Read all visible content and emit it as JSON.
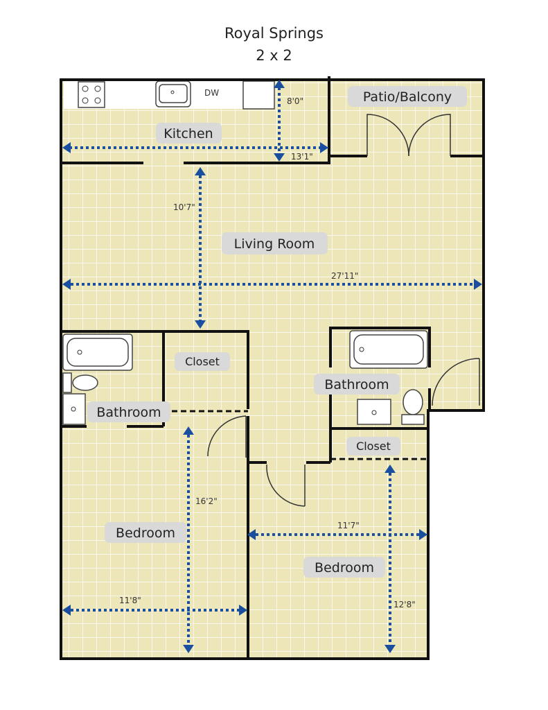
{
  "header": {
    "title": "Royal Springs",
    "subtitle": "2 x 2"
  },
  "colors": {
    "floor": "#ece6b8",
    "grid": "#ffffff",
    "dimension": "#1a4fa0",
    "label_bg": "#d9d9d9",
    "wall": "#111111"
  },
  "rooms": {
    "kitchen": "Kitchen",
    "patio": "Patio/Balcony",
    "living": "Living Room",
    "closet_left": "Closet",
    "bathroom_left": "Bathroom",
    "bathroom_right": "Bathroom",
    "closet_right": "Closet",
    "bedroom_left": "Bedroom",
    "bedroom_right": "Bedroom"
  },
  "fixtures": {
    "dishwasher": "DW"
  },
  "dimensions": {
    "kitchen_depth": "8'0\"",
    "kitchen_width": "13'1\"",
    "living_depth": "10'7\"",
    "living_width": "27'11\"",
    "bedroom_left_depth": "16'2\"",
    "bedroom_left_width": "11'8\"",
    "bedroom_right_width": "11'7\"",
    "bedroom_right_depth": "12'8\""
  }
}
